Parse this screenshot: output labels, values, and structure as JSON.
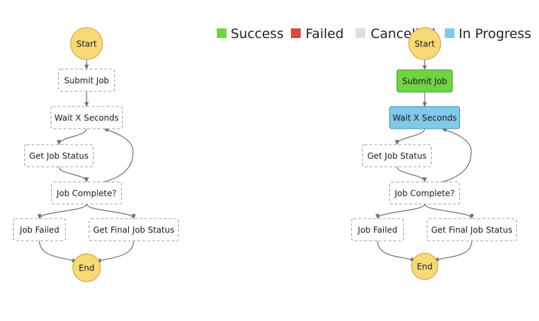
{
  "legend": [
    {
      "label": "Success",
      "color": "#6fd444"
    },
    {
      "label": "Failed",
      "color": "#cf4b3d"
    },
    {
      "label": "Cancelled",
      "color": "#dedede"
    },
    {
      "label": "In Progress",
      "color": "#7fc9eb"
    }
  ],
  "colors": {
    "terminal_fill": "#f8d978",
    "terminal_stroke": "#d9a93b",
    "default_fill": "#ffffff",
    "default_stroke": "#9b9b9b",
    "success_stroke": "#3f9a1f",
    "in_progress_stroke": "#3f8fb8",
    "edge": "#6f6f6f"
  },
  "workflows": [
    {
      "id": "left",
      "nodes": [
        {
          "id": "start",
          "label": "Start",
          "kind": "terminal",
          "status": "none"
        },
        {
          "id": "submit",
          "label": "Submit Job",
          "kind": "task",
          "status": "none"
        },
        {
          "id": "wait",
          "label": "Wait X Seconds",
          "kind": "task",
          "status": "none"
        },
        {
          "id": "get_status",
          "label": "Get Job Status",
          "kind": "task",
          "status": "none"
        },
        {
          "id": "complete",
          "label": "Job Complete?",
          "kind": "task",
          "status": "none"
        },
        {
          "id": "failed",
          "label": "Job Failed",
          "kind": "task",
          "status": "none"
        },
        {
          "id": "final",
          "label": "Get Final Job Status",
          "kind": "task",
          "status": "none"
        },
        {
          "id": "end",
          "label": "End",
          "kind": "terminal",
          "status": "none"
        }
      ]
    },
    {
      "id": "right",
      "nodes": [
        {
          "id": "start",
          "label": "Start",
          "kind": "terminal",
          "status": "none"
        },
        {
          "id": "submit",
          "label": "Submit Job",
          "kind": "task",
          "status": "success"
        },
        {
          "id": "wait",
          "label": "Wait X Seconds",
          "kind": "task",
          "status": "in_progress"
        },
        {
          "id": "get_status",
          "label": "Get Job Status",
          "kind": "task",
          "status": "none"
        },
        {
          "id": "complete",
          "label": "Job Complete?",
          "kind": "task",
          "status": "none"
        },
        {
          "id": "failed",
          "label": "Job Failed",
          "kind": "task",
          "status": "none"
        },
        {
          "id": "final",
          "label": "Get Final Job Status",
          "kind": "task",
          "status": "none"
        },
        {
          "id": "end",
          "label": "End",
          "kind": "terminal",
          "status": "none"
        }
      ]
    }
  ],
  "edges": [
    {
      "from": "start",
      "to": "submit"
    },
    {
      "from": "submit",
      "to": "wait"
    },
    {
      "from": "wait",
      "to": "get_status"
    },
    {
      "from": "get_status",
      "to": "complete"
    },
    {
      "from": "complete",
      "to": "wait"
    },
    {
      "from": "complete",
      "to": "failed"
    },
    {
      "from": "complete",
      "to": "final"
    },
    {
      "from": "failed",
      "to": "end"
    },
    {
      "from": "final",
      "to": "end"
    }
  ]
}
